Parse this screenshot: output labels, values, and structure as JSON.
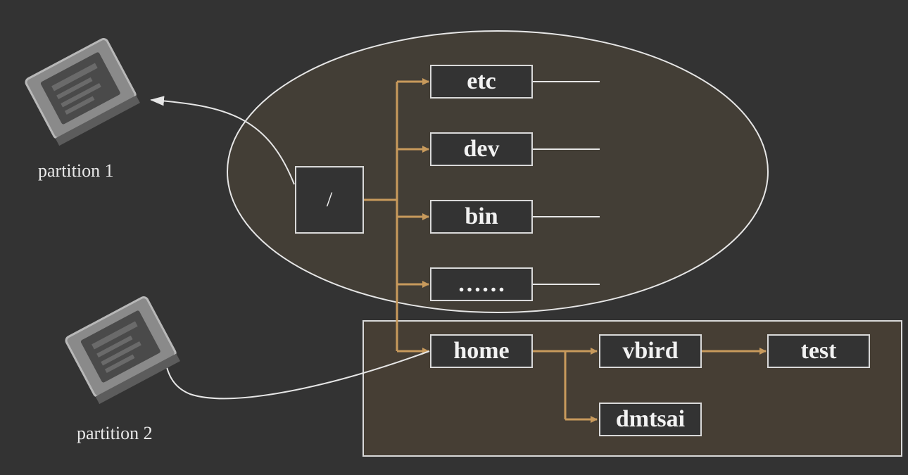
{
  "partitions": [
    {
      "label": "partition 1"
    },
    {
      "label": "partition 2"
    }
  ],
  "tree": {
    "root": "/",
    "root_children": [
      "etc",
      "dev",
      "bin",
      "……"
    ],
    "home": "home",
    "home_children": [
      "vbird",
      "dmtsai"
    ],
    "vbird_child": "test"
  },
  "colors": {
    "background": "#333333",
    "root_region_fill": "#453f37",
    "home_region_fill": "#463e34",
    "line_white": "#e6e6e6",
    "arrow_gold": "#c89a5c"
  }
}
